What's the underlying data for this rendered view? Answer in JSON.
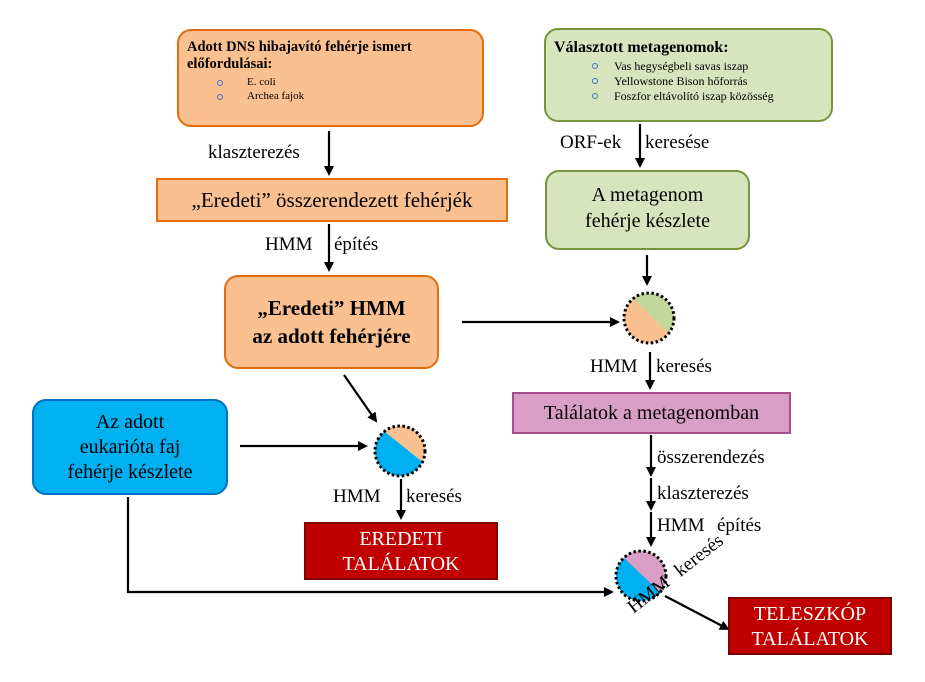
{
  "boxes": {
    "dns": {
      "title": "Adott DNS hibajavító fehérje ismert előfordulásai:",
      "items": [
        "E. coli",
        "Archea fajok"
      ]
    },
    "metagenomes": {
      "title": "Választott metagenomok:",
      "items": [
        "Vas hegységbeli savas iszap",
        "Yellowstone Bison hőforrás",
        "Foszfor eltávolító iszap közösség"
      ]
    },
    "aligned": "„Eredeti” összerendezett fehérjék",
    "metagenome_proteins": [
      "A metagenom",
      "fehérje készlete"
    ],
    "original_hmm": [
      "„Eredeti” HMM",
      "az adott fehérjére"
    ],
    "metagenome_hits": "Találatok a metagenomban",
    "eukaryote": [
      "Az adott",
      "eukarióta faj",
      "fehérje készlete"
    ],
    "original_hits": [
      "EREDETI",
      "TALÁLATOK"
    ],
    "telescope_hits": [
      "TELESZKÓP",
      "TALÁLATOK"
    ]
  },
  "labels": {
    "clustering_left": "klaszterezés",
    "hmm_build_left": [
      "HMM",
      "építés"
    ],
    "orf_search": [
      "ORF-ek",
      "keresése"
    ],
    "hmm_search_mid": [
      "HMM",
      "keresés"
    ],
    "hmm_search_left": [
      "HMM",
      "keresés"
    ],
    "alignment": "összerendezés",
    "clustering_right": "klaszterezés",
    "hmm_build_right": [
      "HMM",
      "építés"
    ],
    "hmm_search_diag": [
      "HMM",
      "keresés"
    ]
  },
  "colors": {
    "orange_fill": "#fac090",
    "orange_border": "#e46c0a",
    "green_fill": "#d7e4bd",
    "green_border": "#77933c",
    "blue_fill": "#00b0f0",
    "blue_border": "#0070c0",
    "pink_fill": "#d99ec6",
    "pink_border": "#a64d8b",
    "red_fill": "#c00000"
  }
}
